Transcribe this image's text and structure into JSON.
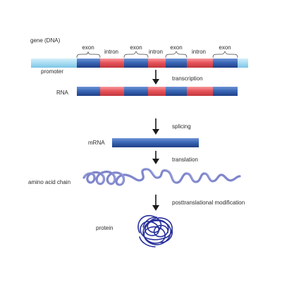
{
  "labels": {
    "gene": "gene (DNA)",
    "promoter": "promoter",
    "rna": "RNA",
    "mrna": "mRNA",
    "amino_acid_chain": "amino acid chain",
    "protein": "protein"
  },
  "segments": {
    "exon": "exon",
    "intron": "intron",
    "dna_order": [
      "exon",
      "intron",
      "exon",
      "intron",
      "exon",
      "intron",
      "exon"
    ]
  },
  "steps": {
    "transcription": "transcription",
    "splicing": "splicing",
    "translation": "translation",
    "modification": "posttranslational modification"
  },
  "colors": {
    "exon": "#3a67b5",
    "exon_edge": "#1f3f86",
    "intron": "#e8545a",
    "promoter": "#a9dcf2",
    "chain": "#7f86cc",
    "protein": "#27309a",
    "arrow": "#1a1a1a"
  }
}
